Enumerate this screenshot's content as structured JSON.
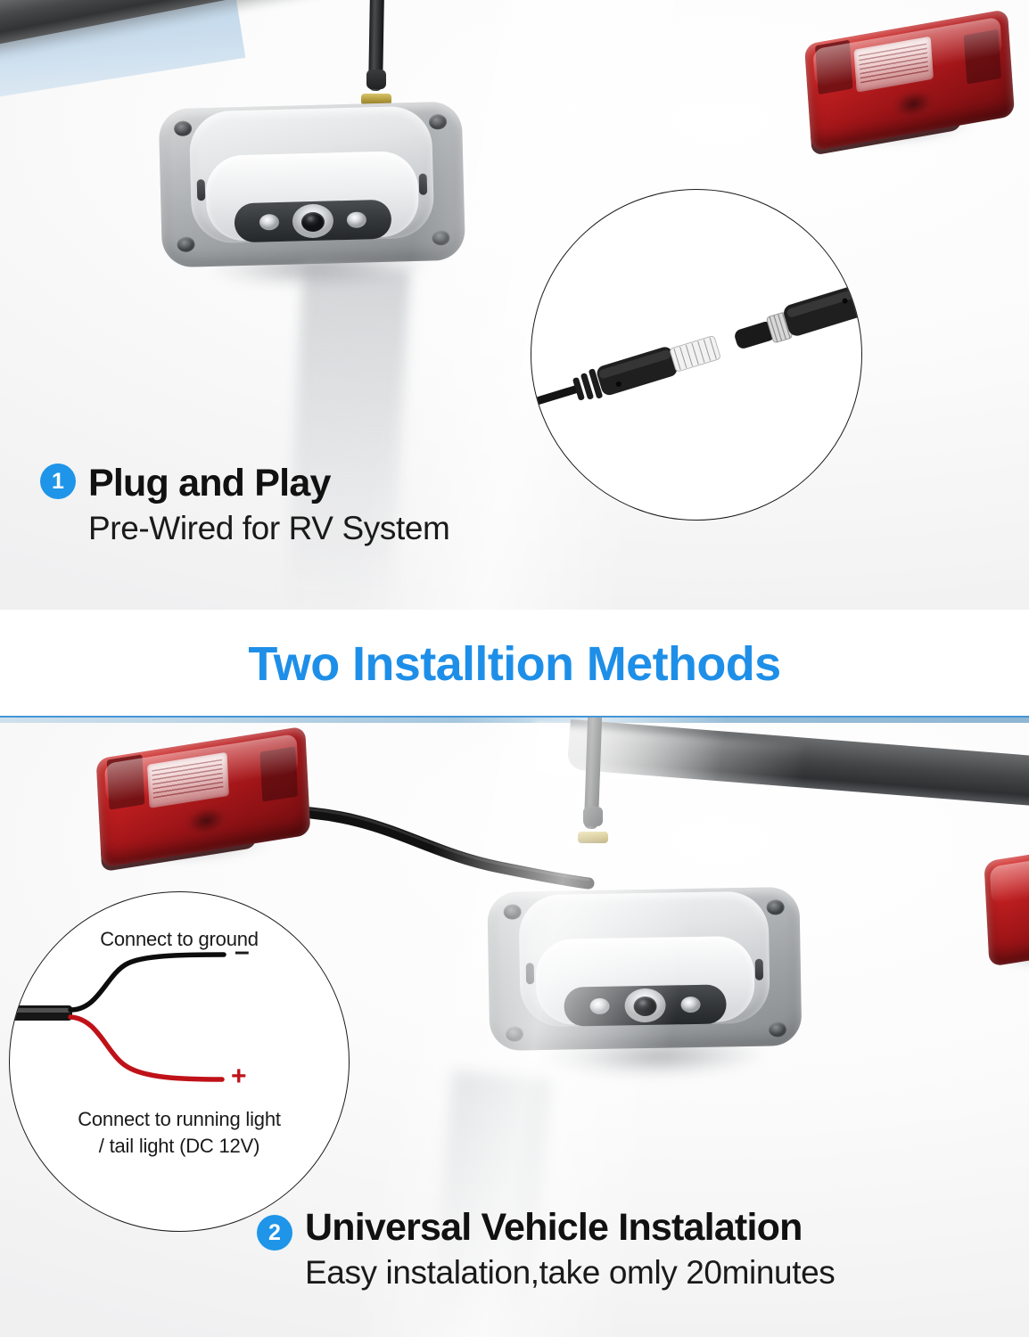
{
  "theme": {
    "accent_blue": "#1e95e8",
    "banner_blue": "#1e8fe8",
    "rule_blue": "#4596d6",
    "taillight_red": "#c11f21",
    "wire_red": "#c0141a",
    "wire_black": "#141414",
    "text_dark": "#111111"
  },
  "banner": {
    "title": "Two Installtion Methods"
  },
  "features": [
    {
      "number": "1",
      "title": "Plug and Play",
      "subtitle": "Pre-Wired for RV System"
    },
    {
      "number": "2",
      "title": "Universal Vehicle Instalation",
      "subtitle": "Easy instalation,take omly 20minutes"
    }
  ],
  "callouts": {
    "connector": {
      "name": "connector-pair-closeup",
      "description": "Two detached waterproof barrel connector ends"
    },
    "wiring": {
      "ground_label": "Connect to ground",
      "ground_polarity": "–",
      "power_label_line1": "Connect to running light",
      "power_label_line2": "/ tail light (DC 12V)",
      "power_polarity": "+"
    }
  },
  "scene": {
    "top_panel": {
      "camera_module": "rv-backup-camera",
      "tail_light": "red-rv-tail-light",
      "antenna": "camera-antenna"
    },
    "bottom_panel": {
      "camera_module": "rv-backup-camera",
      "tail_light_left": "red-rv-tail-light",
      "tail_light_right": "red-rv-tail-light-partial",
      "antenna": "camera-antenna",
      "cable": "power-cable"
    }
  }
}
